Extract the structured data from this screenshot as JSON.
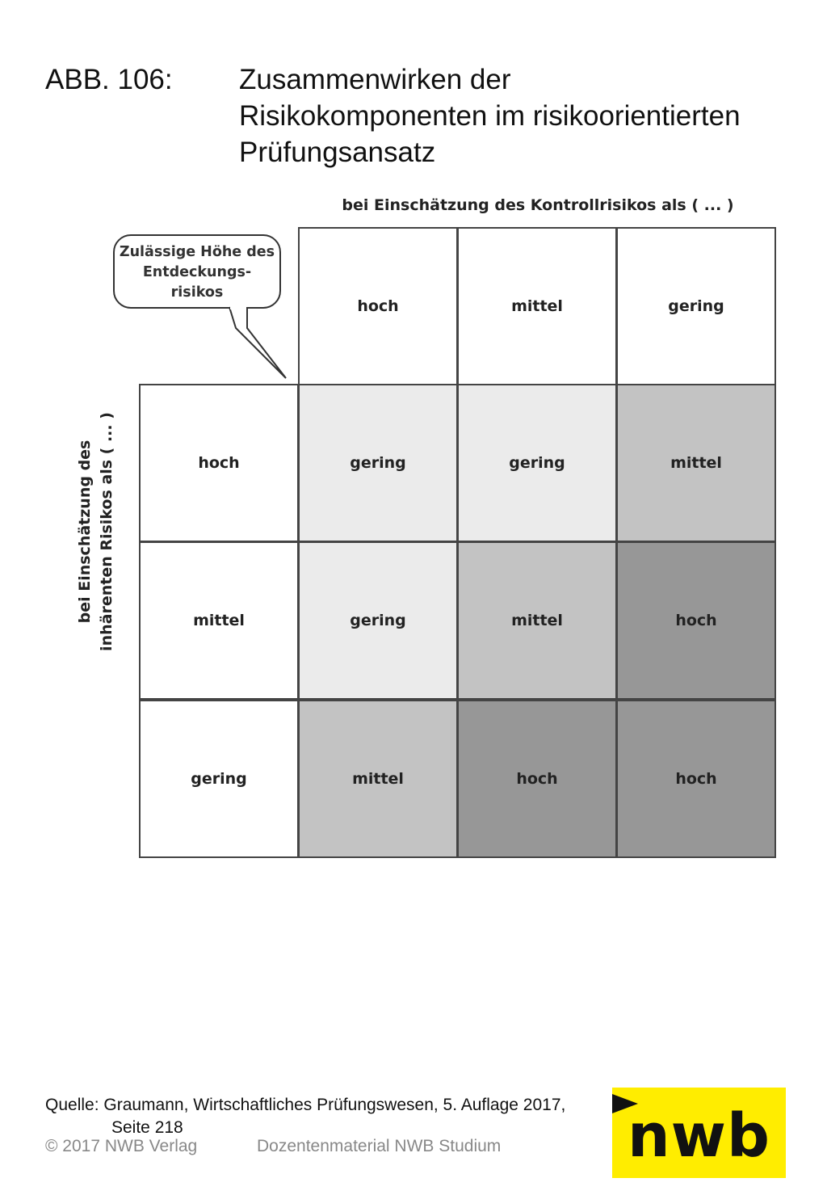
{
  "figure": {
    "label": "ABB. 106:",
    "title_lines": [
      "Zusammenwirken der",
      "Risikokomponenten im risikoorientierten",
      "Prüfungsansatz"
    ]
  },
  "matrix": {
    "column_caption": "bei Einschätzung des Kontrollrisikos als ( ... )",
    "row_caption_lines": [
      "bei Einschätzung des",
      "inhärenten Risikos als ( ... )"
    ],
    "bubble_lines": [
      "Zulässige Höhe des",
      "Entdeckungs-",
      "risikos"
    ],
    "columns": [
      "hoch",
      "mittel",
      "gering"
    ],
    "rows": [
      {
        "label": "hoch",
        "cells": [
          "gering",
          "gering",
          "mittel"
        ]
      },
      {
        "label": "mittel",
        "cells": [
          "gering",
          "mittel",
          "hoch"
        ]
      },
      {
        "label": "gering",
        "cells": [
          "mittel",
          "hoch",
          "hoch"
        ]
      }
    ],
    "level_colors": {
      "gering": "#ebebeb",
      "mittel": "#c3c3c3",
      "hoch": "#979797"
    }
  },
  "source": {
    "line1": "Quelle: Graumann, Wirtschaftliches Prüfungswesen, 5. Auflage 2017,",
    "line2": "Seite 218"
  },
  "footer": {
    "copyright": "© 2017 NWB Verlag",
    "material": "Dozentenmaterial NWB Studium"
  },
  "logo": {
    "text": "nwb",
    "color": "#ffed00"
  }
}
